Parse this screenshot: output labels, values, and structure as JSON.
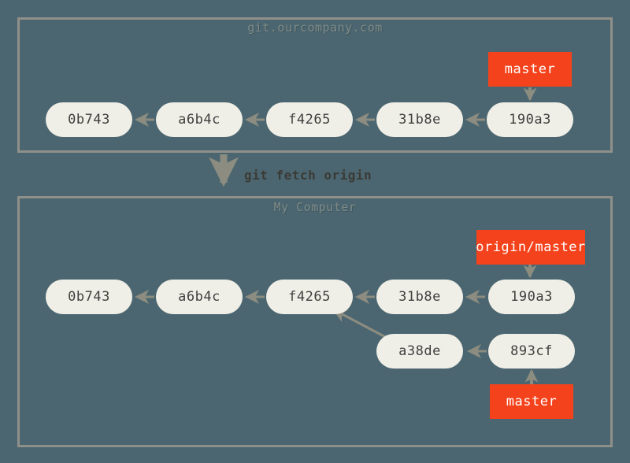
{
  "diagram": {
    "title": "git fetch origin",
    "background_color": "#4b6670",
    "panel_border_color": "#90908a",
    "node_color": "#f0efe7",
    "branch_label_color": "#f4431c",
    "arrow_color": "#8c8c80"
  },
  "remote_panel": {
    "title": "git.ourcompany.com",
    "commits": [
      {
        "id": "0b743"
      },
      {
        "id": "a6b4c"
      },
      {
        "id": "f4265"
      },
      {
        "id": "31b8e"
      },
      {
        "id": "190a3"
      }
    ],
    "branches": [
      {
        "name": "master",
        "points_to": "190a3"
      }
    ]
  },
  "transition": {
    "command": "git fetch origin",
    "arrow": "down-arrow-icon"
  },
  "local_panel": {
    "title": "My Computer",
    "commits_main": [
      {
        "id": "0b743"
      },
      {
        "id": "a6b4c"
      },
      {
        "id": "f4265"
      },
      {
        "id": "31b8e"
      },
      {
        "id": "190a3"
      }
    ],
    "commits_branch": [
      {
        "id": "a38de"
      },
      {
        "id": "893cf"
      }
    ],
    "branches": [
      {
        "name": "origin/master",
        "points_to": "190a3"
      },
      {
        "name": "master",
        "points_to": "893cf"
      }
    ]
  }
}
